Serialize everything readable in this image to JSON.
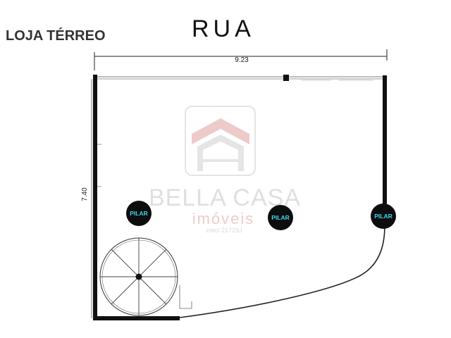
{
  "plan": {
    "floor_title": "LOJA TÉRREO",
    "street_label": "RUA",
    "dimensions": {
      "width": "9.23",
      "depth": "7.40"
    },
    "pillars": [
      {
        "label": "PILAR"
      },
      {
        "label": "PILAR"
      },
      {
        "label": "PILAR"
      }
    ]
  },
  "watermark": {
    "brand": "BELLA CASA",
    "subtitle": "imóveis",
    "creci": "creci 21729J",
    "logo_icon": "house-roof-icon"
  },
  "colors": {
    "wall": "#111111",
    "pillar_fill": "#0d0d0d",
    "pillar_text": "#38d6f0",
    "watermark": "#e6cbcb",
    "watermark_gray": "#dadada"
  }
}
